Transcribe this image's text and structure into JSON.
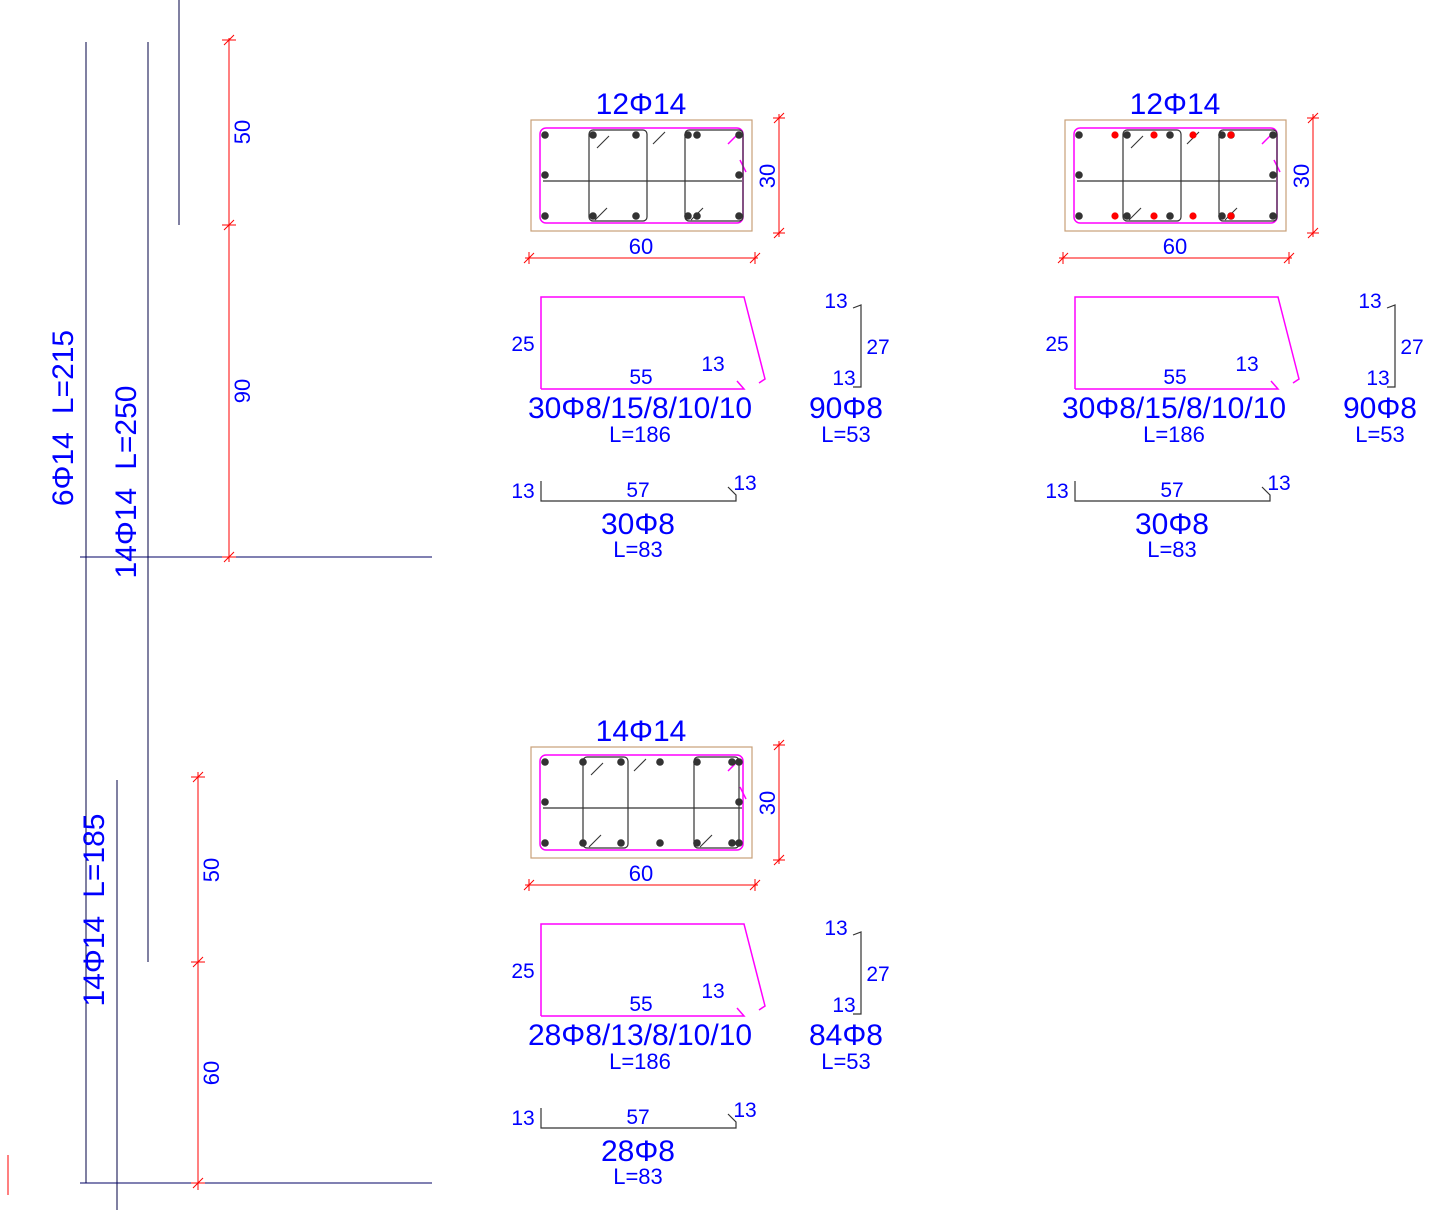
{
  "colors": {
    "text": "#0000ff",
    "dimension_line": "#ff0000",
    "stirrup": "#ff00ff",
    "concrete_outline": "#c8a078",
    "bar": "#333333",
    "added_bar": "#ff0000",
    "grid_line": "#000066"
  },
  "elevation": {
    "bar1_label": "6Φ14",
    "bar1_length": "L=215",
    "bar2_label": "14Φ14",
    "bar2_length": "L=250",
    "bar3_label": "14Φ14",
    "bar3_length": "L=185",
    "dim_top_upper": "50",
    "dim_top_lower": "90",
    "dim_bottom_upper": "50",
    "dim_bottom_lower": "60"
  },
  "sections": [
    {
      "main_bars": "12Φ14",
      "width": "60",
      "height": "30",
      "added_bars": false,
      "stirrup_height": "25",
      "stirrup_width": "55",
      "stirrup_hook": "13",
      "stirrup_label": "30Φ8/15/8/10/10",
      "stirrup_length": "L=186",
      "tie_top": "13",
      "tie_height": "27",
      "tie_bottom": "13",
      "tie_label": "90Φ8",
      "tie_length": "L=53",
      "straight_left": "13",
      "straight_mid": "57",
      "straight_right": "13",
      "straight_label": "30Φ8",
      "straight_length": "L=83"
    },
    {
      "main_bars": "12Φ14",
      "width": "60",
      "height": "30",
      "added_bars": true,
      "stirrup_height": "25",
      "stirrup_width": "55",
      "stirrup_hook": "13",
      "stirrup_label": "30Φ8/15/8/10/10",
      "stirrup_length": "L=186",
      "tie_top": "13",
      "tie_height": "27",
      "tie_bottom": "13",
      "tie_label": "90Φ8",
      "tie_length": "L=53",
      "straight_left": "13",
      "straight_mid": "57",
      "straight_right": "13",
      "straight_label": "30Φ8",
      "straight_length": "L=83"
    },
    {
      "main_bars": "14Φ14",
      "width": "60",
      "height": "30",
      "added_bars": false,
      "stirrup_height": "25",
      "stirrup_width": "55",
      "stirrup_hook": "13",
      "stirrup_label": "28Φ8/13/8/10/10",
      "stirrup_length": "L=186",
      "tie_top": "13",
      "tie_height": "27",
      "tie_bottom": "13",
      "tie_label": "84Φ8",
      "tie_length": "L=53",
      "straight_left": "13",
      "straight_mid": "57",
      "straight_right": "13",
      "straight_label": "28Φ8",
      "straight_length": "L=83"
    }
  ]
}
